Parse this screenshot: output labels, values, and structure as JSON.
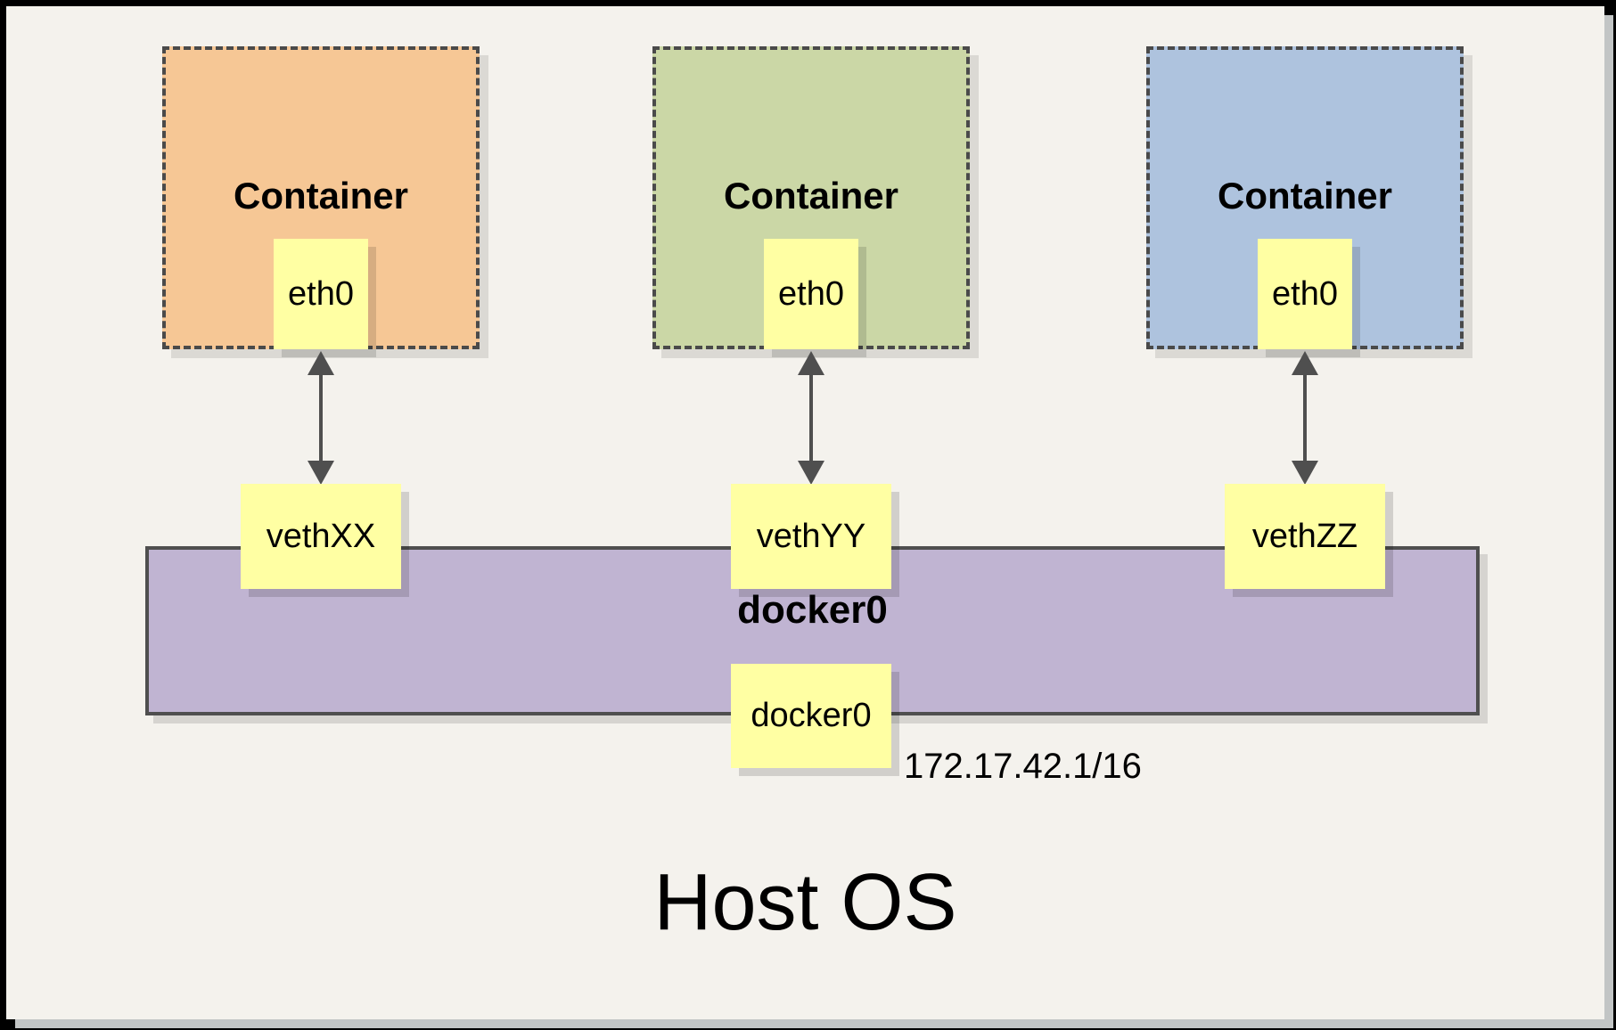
{
  "containers": [
    {
      "title": "Container",
      "eth": "eth0",
      "veth": "vethXX"
    },
    {
      "title": "Container",
      "eth": "eth0",
      "veth": "vethYY"
    },
    {
      "title": "Container",
      "eth": "eth0",
      "veth": "vethZZ"
    }
  ],
  "bridge": {
    "title": "docker0",
    "box": "docker0",
    "ip": "172.17.42.1/16"
  },
  "host": {
    "title": "Host OS"
  },
  "colors": {
    "background": "#F4F2ED",
    "container1": "#F6C795",
    "container2": "#CBD7A6",
    "container3": "#AEC3DE",
    "interface_note": "#FFFFA3",
    "bridge": "#C0B4D2",
    "line": "#4F4F4F",
    "frame": "#000000"
  }
}
